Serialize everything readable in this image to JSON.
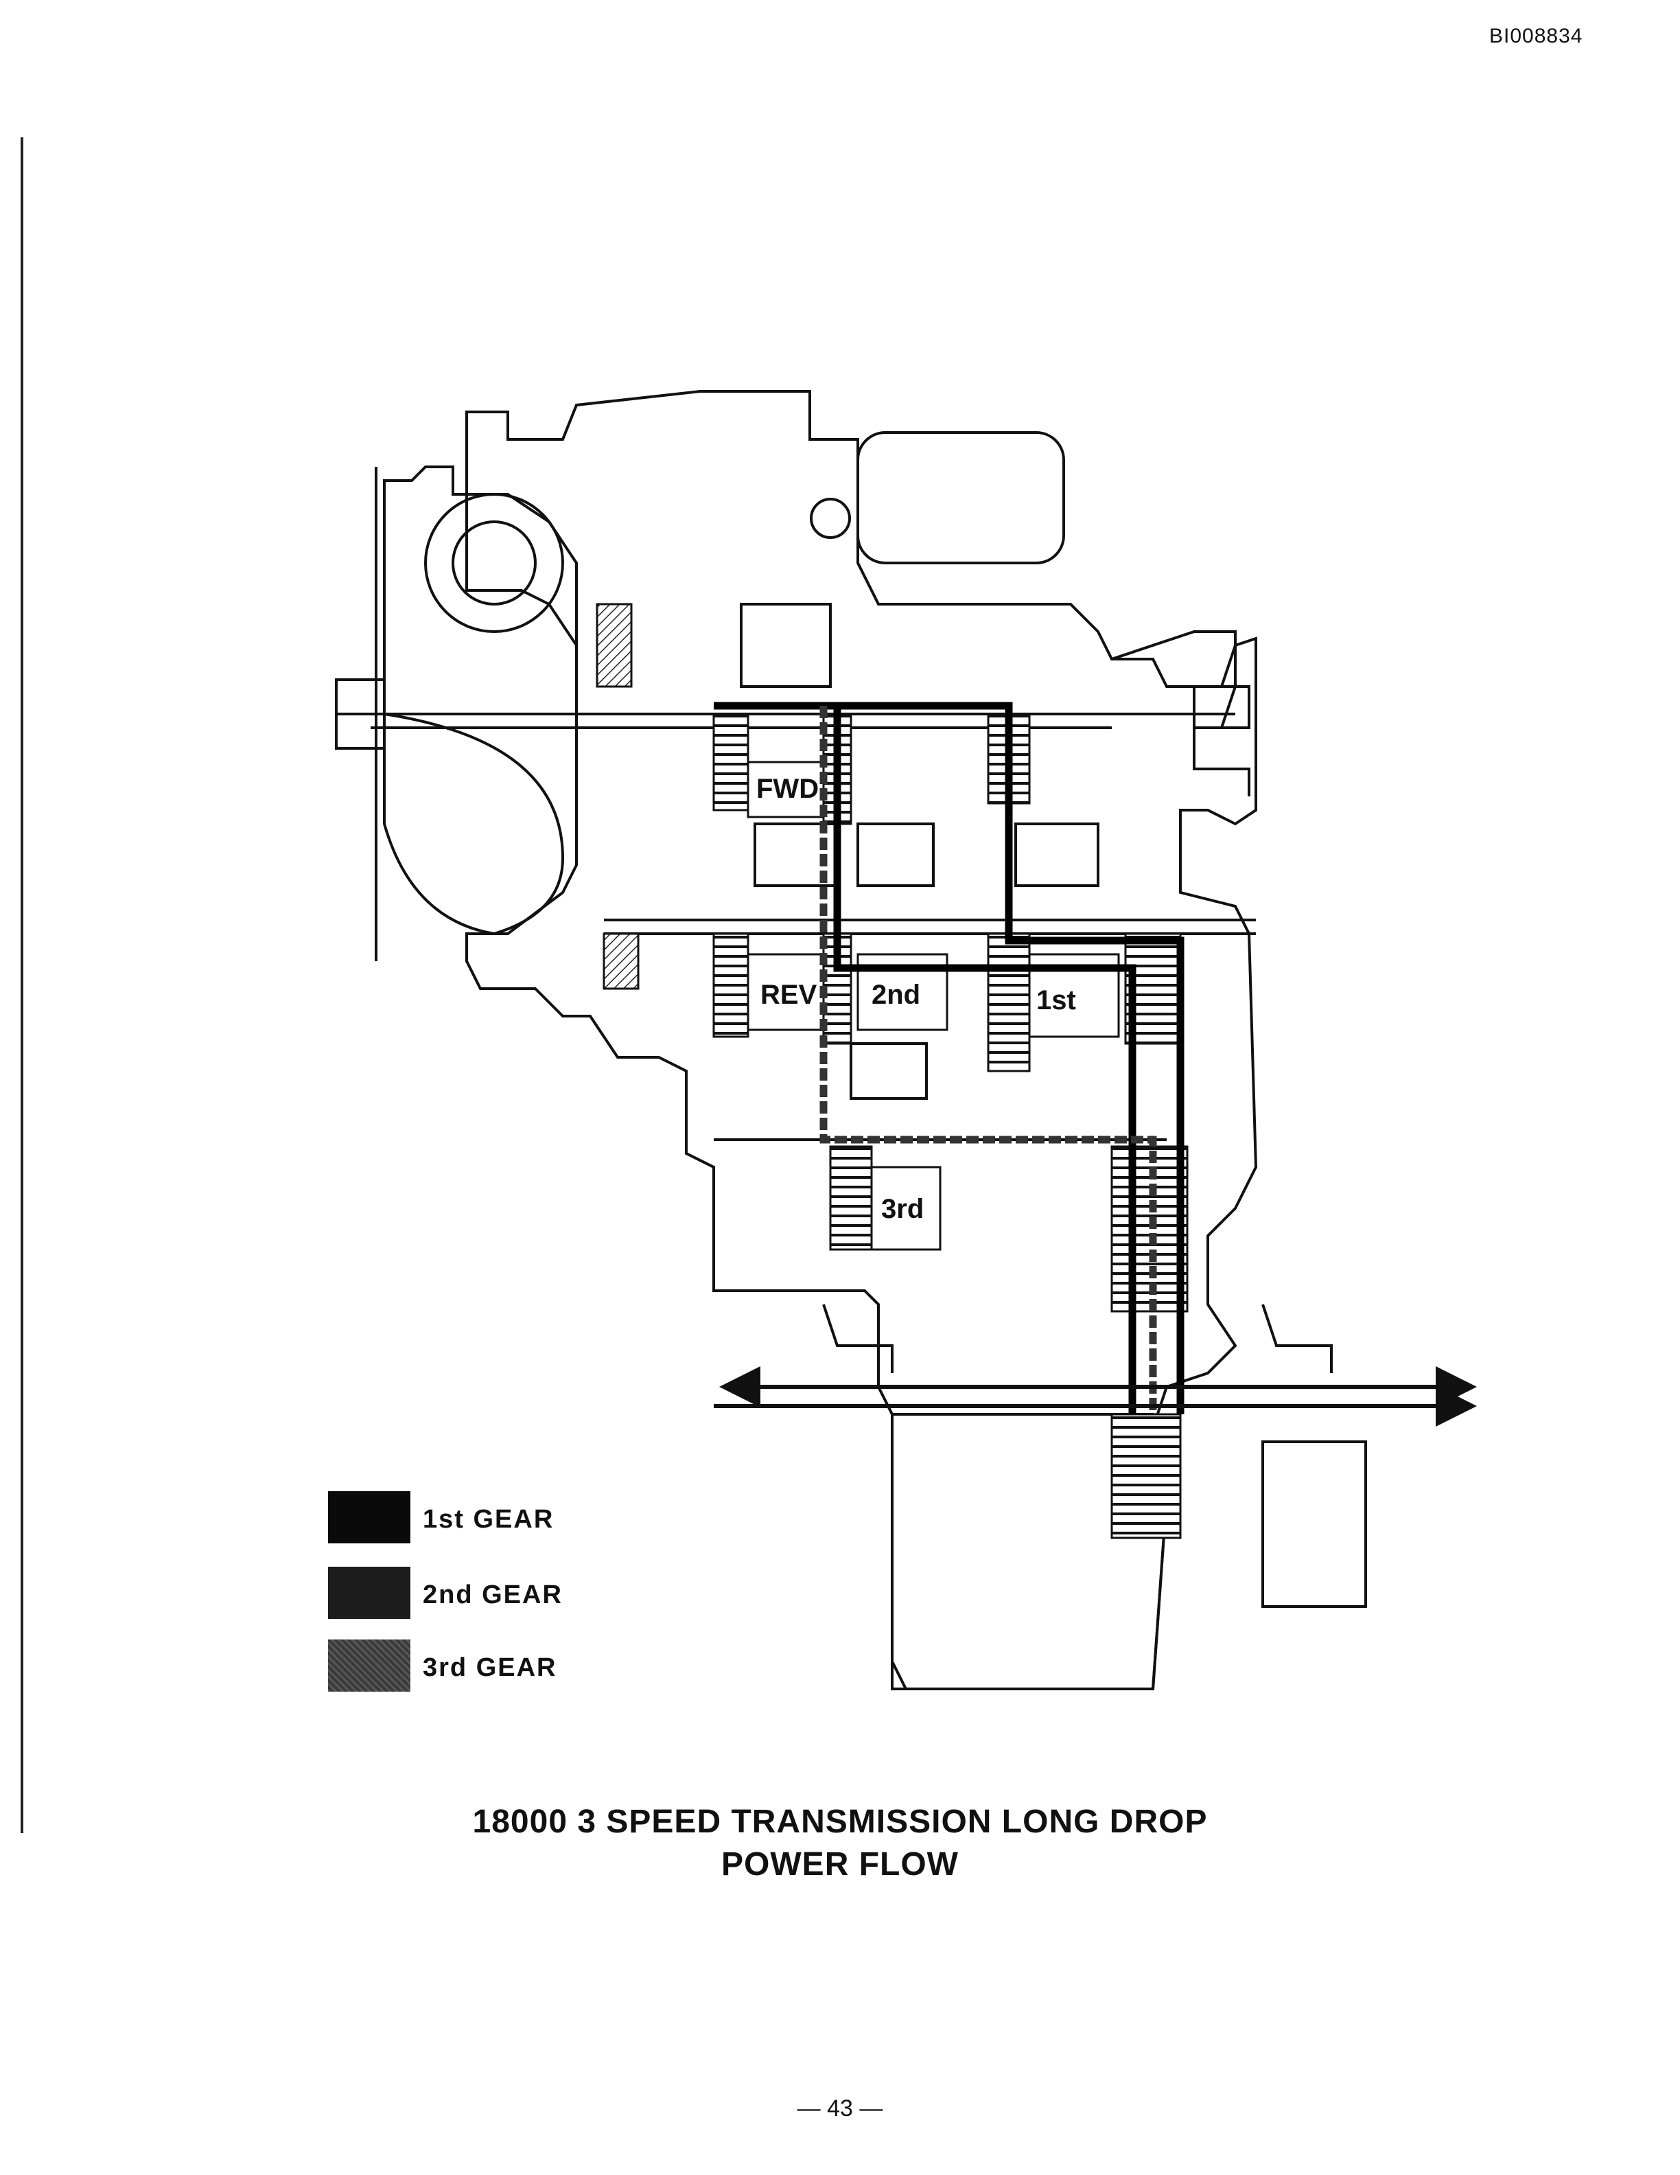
{
  "header": {
    "doc_id": "BI008834"
  },
  "diagram": {
    "labels": {
      "fwd": "FWD",
      "rev": "REV",
      "second": "2nd",
      "first": "1st",
      "third": "3rd"
    }
  },
  "legend": [
    {
      "label": "1st GEAR",
      "color": "#0a0a0a"
    },
    {
      "label": "2nd GEAR",
      "color": "#1c1c1c"
    },
    {
      "label": "3rd GEAR",
      "color": "#3a3a3a"
    }
  ],
  "caption": {
    "line1": "18000 3 SPEED TRANSMISSION LONG DROP",
    "line2": "POWER FLOW"
  },
  "page": {
    "number": "— 43 —"
  }
}
